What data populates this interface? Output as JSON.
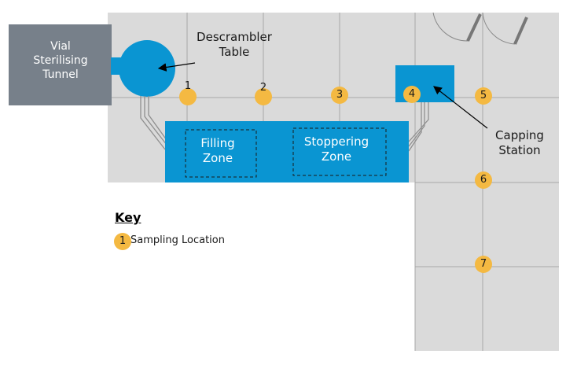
{
  "labels": {
    "tunnel": [
      "Vial",
      "Sterilising",
      "Tunnel"
    ],
    "descrambler": [
      "Descrambler",
      "Table"
    ],
    "filling": [
      "Filling",
      "Zone"
    ],
    "stoppering": [
      "Stoppering",
      "Zone"
    ],
    "capping": [
      "Capping",
      "Station"
    ]
  },
  "sampling_points": [
    "1",
    "2",
    "3",
    "4",
    "5",
    "6",
    "7"
  ],
  "key": {
    "title": "Key",
    "symbol": "1",
    "description": "Sampling Location"
  },
  "colors": {
    "floor": "#dadada",
    "grid": "#a8a8a8",
    "equipment": "#0a95d2",
    "tunnel": "#77808a",
    "sampling_marker": "#f4b942"
  }
}
